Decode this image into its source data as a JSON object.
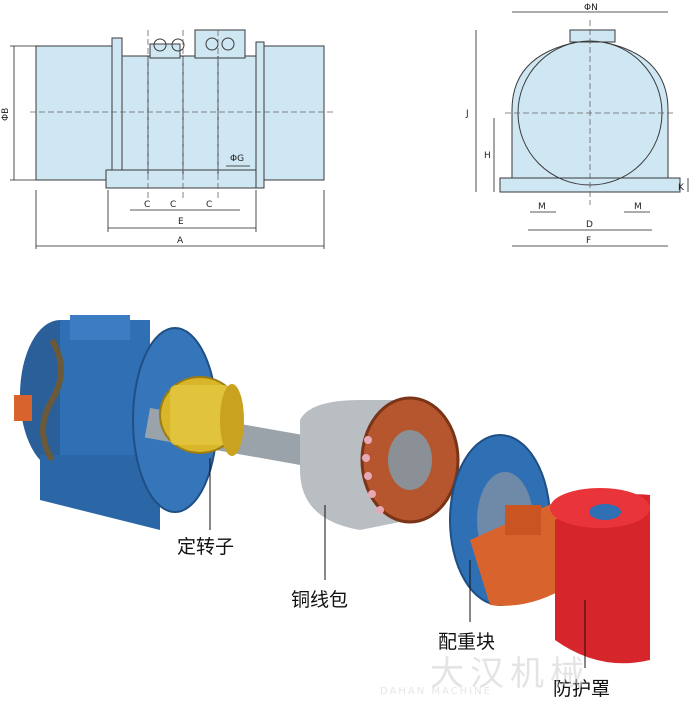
{
  "drawing_front": {
    "dims": {
      "A": "A",
      "B": "ΦB",
      "C": "C",
      "E": "E",
      "G": "ΦG"
    }
  },
  "drawing_side": {
    "dims": {
      "N": "ΦN",
      "J": "J",
      "H": "H",
      "K": "K",
      "M": "M",
      "D": "D",
      "F": "F"
    }
  },
  "exploded_labels": {
    "rotor": "定转子",
    "coil": "铜线包",
    "weight": "配重块",
    "cover": "防护罩"
  },
  "watermark": {
    "text": "大汉机械",
    "subtext": "DAHAN MACHINE"
  },
  "colors": {
    "blueprint_fill": "#cfe6f3",
    "motor_blue": "#2f6fb3",
    "rotor_gold": "#d9b52a",
    "copper": "#b5562e",
    "weight_orange": "#d9632d",
    "cover_red": "#d7262b"
  }
}
